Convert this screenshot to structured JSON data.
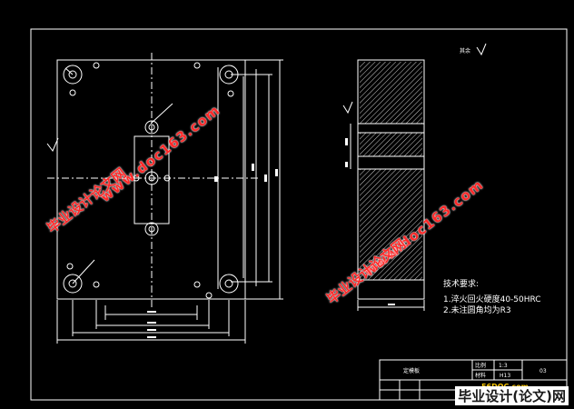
{
  "drawing": {
    "roughness_note": "其余",
    "tech_requirements": {
      "title": "技术要求:",
      "items": [
        "1.淬火回火硬度40-50HRC",
        "2.未注圆角均为R3"
      ]
    }
  },
  "title_block": {
    "part_name": "定模板",
    "scale_label": "比例",
    "scale_value": "1:3",
    "material_label": "材料",
    "material_value": "H13",
    "drawing_no": "03"
  },
  "watermarks": {
    "url": "www.doc163.com",
    "site_cn": "毕业设计论文网",
    "logo_site": "56DOC.com",
    "logo_cn": "毕业设计(论文)网"
  },
  "colors": {
    "background": "#000000",
    "line": "#ffffff",
    "watermark": "#ff2a2a",
    "logo": "#ffcc00"
  }
}
